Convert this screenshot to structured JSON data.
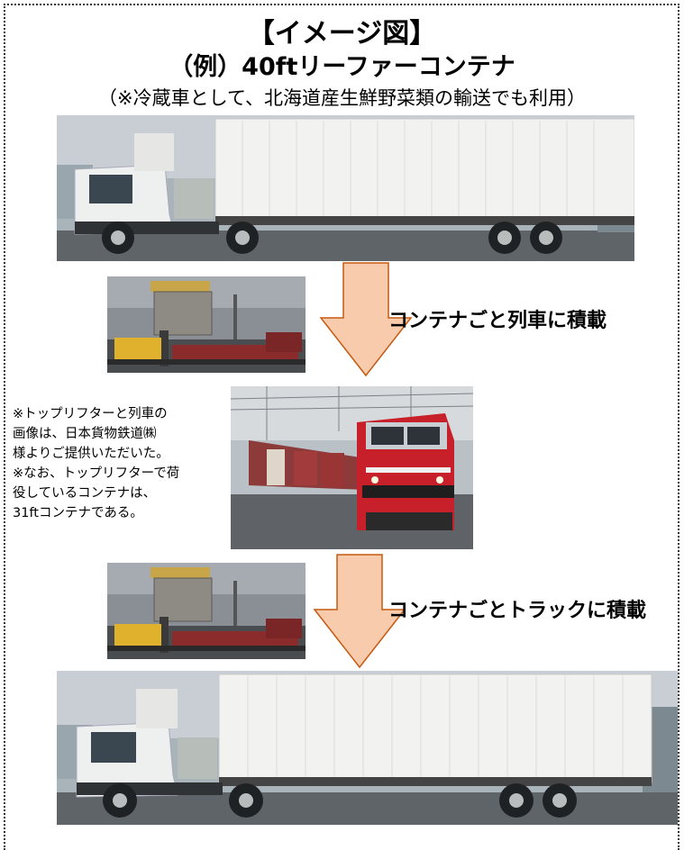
{
  "heading": {
    "title": "【イメージ図】",
    "subtitle": "（例）40ftリーファーコンテナ",
    "note": "（※冷蔵車として、北海道産生鮮野菜類の輸送でも利用）"
  },
  "captions": {
    "load_train": "コンテナごと列車に積載",
    "load_truck": "コンテナごとトラックに積載"
  },
  "side_note": {
    "lines": [
      "※トップリフターと列車の",
      "画像は、日本貨物鉄道㈱",
      "様よりご提供いただいた。",
      "※なお、トップリフターで荷",
      "役しているコンテナは、",
      "31ftコンテナである。"
    ]
  },
  "colors": {
    "arrow_fill": "#f8cbad",
    "arrow_stroke": "#c55a11",
    "locomotive": "#c8202a"
  },
  "images": {
    "truck_top": "truck-with-reefer-container",
    "toplifter_1": "top-lifter-handling-container",
    "train": "freight-train-locomotive",
    "toplifter_2": "top-lifter-handling-container",
    "truck_bottom": "truck-with-reefer-container"
  }
}
